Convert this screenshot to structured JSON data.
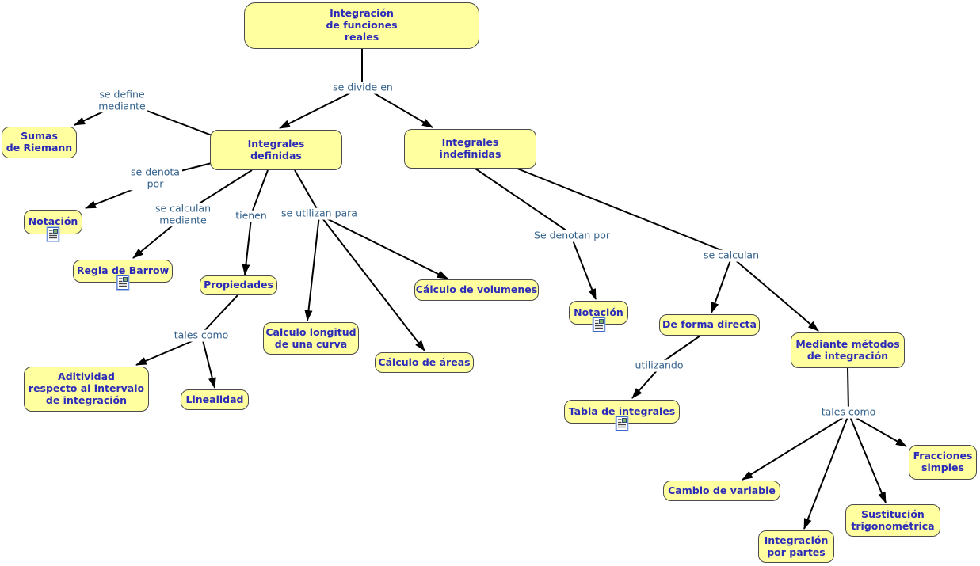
{
  "canvas": {
    "background": "#ffffff"
  },
  "colors": {
    "node_fill": "#FFFFA0",
    "node_border": "#4A4A4A",
    "node_text": "#2B2BB8",
    "linking_phrase_text": "#33618C",
    "connector_line": "#000000"
  },
  "icons": {
    "resource": "document-resource-icon"
  },
  "nodes": {
    "root": {
      "label": "Integración\nde funciones\nreales"
    },
    "sumas_riemann": {
      "label": "Sumas\nde Riemann"
    },
    "integrales_definidas": {
      "label": "Integrales\ndefinidas"
    },
    "notacion_definidas": {
      "label": "Notación"
    },
    "regla_barrow": {
      "label": "Regla de Barrow"
    },
    "propiedades": {
      "label": "Propiedades"
    },
    "aditividad": {
      "label": "Aditividad\nrespecto al intervalo\nde integración"
    },
    "linealidad": {
      "label": "Linealidad"
    },
    "calculo_longitud": {
      "label": "Calculo longitud\nde una curva"
    },
    "calculo_areas": {
      "label": "Cálculo de áreas"
    },
    "calculo_volumenes": {
      "label": "Cálculo de volumenes"
    },
    "integrales_indefinidas": {
      "label": "Integrales\nindefinidas"
    },
    "notacion_indefinidas": {
      "label": "Notación"
    },
    "de_forma_directa": {
      "label": "De forma directa"
    },
    "tabla_integrales": {
      "label": "Tabla de integrales"
    },
    "mediante_metodos": {
      "label": "Mediante métodos\nde integración"
    },
    "cambio_variable": {
      "label": "Cambio de variable"
    },
    "integracion_partes": {
      "label": "Integración\npor partes"
    },
    "sustitucion_trigonometrica": {
      "label": "Sustitución\ntrigonométrica"
    },
    "fracciones_simples": {
      "label": "Fracciones\nsimples"
    }
  },
  "linking_phrases": {
    "se_divide_en": {
      "label": "se divide en"
    },
    "se_define_mediante": {
      "label": "se define\nmediante"
    },
    "se_denota_por": {
      "label": "se denota\npor"
    },
    "se_calculan_mediante": {
      "label": "se calculan\nmediante"
    },
    "tienen": {
      "label": "tienen"
    },
    "se_utilizan_para": {
      "label": "se utilizan para"
    },
    "tales_como_definidas": {
      "label": "tales como"
    },
    "se_denotan_por": {
      "label": "Se denotan por"
    },
    "se_calculan": {
      "label": "se calculan"
    },
    "utilizando": {
      "label": "utilizando"
    },
    "tales_como_indefinidas": {
      "label": "tales como"
    }
  }
}
